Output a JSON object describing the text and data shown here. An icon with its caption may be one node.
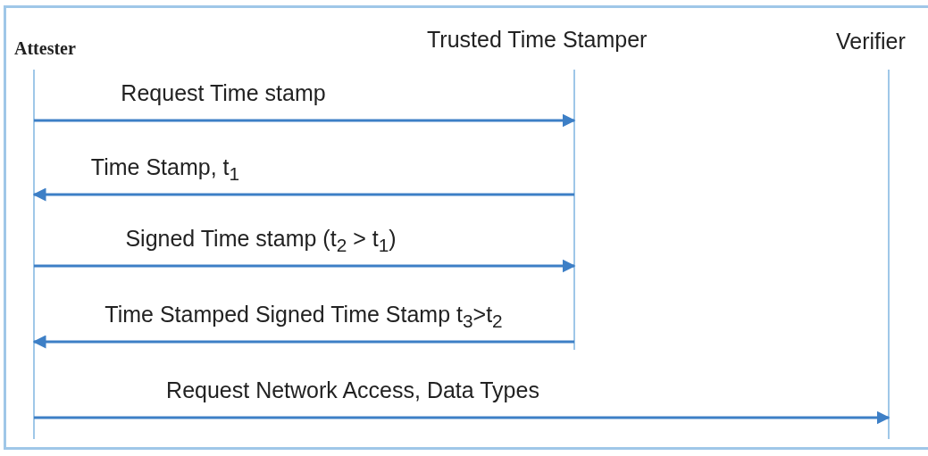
{
  "diagram": {
    "nodes": [
      {
        "text": [
          "Attester"
        ]
      },
      {
        "text": [
          "Trusted Time Stamper"
        ]
      },
      {
        "text": [
          "Verifier"
        ]
      }
    ],
    "edges": [
      {
        "from": 0,
        "to": 1,
        "arrow": "to",
        "label": "Request Time stamp"
      },
      {
        "from": 1,
        "to": 0,
        "arrow": "to",
        "label": "Time Stamp, t$_{1}$"
      },
      {
        "from": 0,
        "to": 1,
        "arrow": "to",
        "label": "Signed Time stamp (t$_{2}$ > t$_{1}$)"
      },
      {
        "from": 1,
        "to": 0,
        "arrow": "to",
        "label": "Time Stamped Signed Time Stamp t$_{3}$>t$_{2}$"
      },
      {
        "from": 0,
        "to": 2,
        "arrow": "to",
        "label": "Request Network Access, Data Types"
      }
    ]
  }
}
